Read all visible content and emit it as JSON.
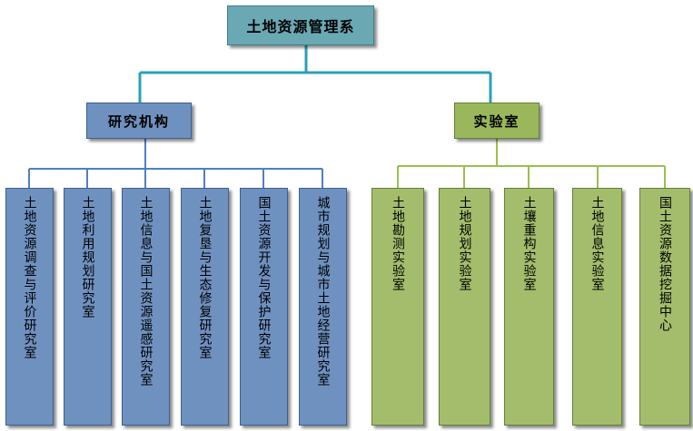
{
  "root": "土地资源管理系",
  "branches": {
    "institutes": {
      "label": "研究机构",
      "items": [
        "土地资源调查与评价研究室",
        "土地利用规划研究室",
        "土地信息与国土资源遥感研究室",
        "土地复垦与生态修复研究室",
        "国土资源开发与保护研究室",
        "城市规划与城市土地经营研究室"
      ]
    },
    "labs": {
      "label": "实验室",
      "items": [
        "土地勘测实验室",
        "土地规划实验室",
        "土壤重构实验室",
        "土地信息实验室",
        "国土资源数据挖掘中心"
      ]
    }
  },
  "colors": {
    "root_fill": "#6aa9b4",
    "root_connector": "#2aa0b8",
    "institute_fill": "#6f91c0",
    "institute_connector": "#4f7fc4",
    "lab_fill": "#a3bd6c",
    "lab_connector": "#9ac050"
  }
}
